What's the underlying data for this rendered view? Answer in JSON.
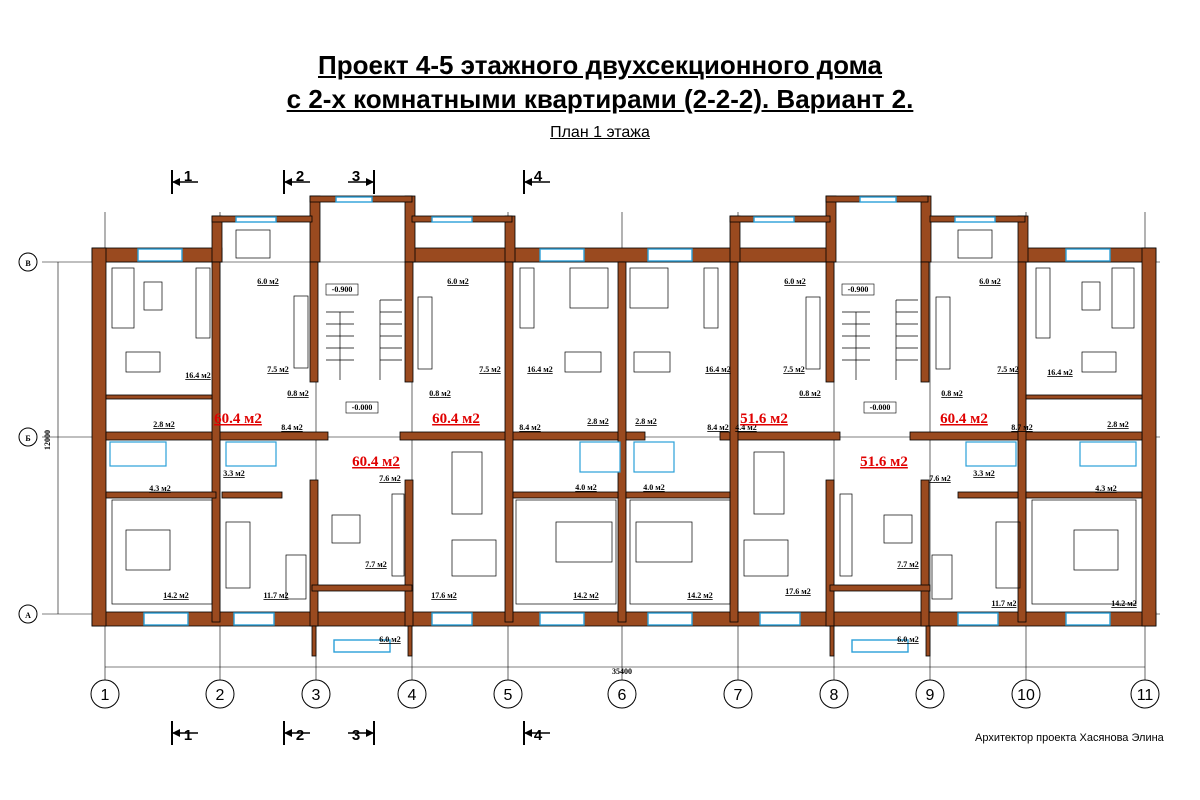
{
  "title_line1": "Проект 4-5 этажного двухсекционного дома",
  "title_line2": "с 2-х комнатными квартирами (2-2-2). Вариант 2.",
  "subtitle": "План 1 этажа",
  "author": "Архитектор проекта Хасянова Элина",
  "columns": [
    "1",
    "2",
    "3",
    "4",
    "5",
    "6",
    "7",
    "8",
    "9",
    "10",
    "11"
  ],
  "rows": [
    "В",
    "Б",
    "А"
  ],
  "sections": [
    "1",
    "2",
    "3",
    "4"
  ],
  "dim_total": "35400",
  "dim_height": "12000",
  "apartments": [
    "60.4 м2",
    "60.4 м2",
    "51.6 м2",
    "60.4 м2",
    "60.4 м2",
    "51.6 м2"
  ],
  "levels": [
    "-0.900",
    "-0.000",
    "-0.900",
    "-0.000"
  ],
  "rooms": [
    "6.0 м2",
    "6.0 м2",
    "6.0 м2",
    "6.0 м2",
    "7.5 м2",
    "7.5 м2",
    "7.5 м2",
    "7.5 м2",
    "0.8 м2",
    "0.8 м2",
    "0.8 м2",
    "0.8 м2",
    "16.4 м2",
    "16.4 м2",
    "16.4 м2",
    "16.4 м2",
    "2.8 м2",
    "2.8 м2",
    "2.8 м2",
    "2.8 м2",
    "8.4 м2",
    "8.4 м2",
    "8.4 м2",
    "4.4 м2",
    "8.7 м2",
    "3.3 м2",
    "3.3 м2",
    "4.3 м2",
    "4.3 м2",
    "4.0 м2",
    "4.0 м2",
    "7.6 м2",
    "7.6 м2",
    "7.7 м2",
    "7.7 м2",
    "14.2 м2",
    "14.2 м2",
    "14.2 м2",
    "14.2 м2",
    "11.7 м2",
    "11.7 м2",
    "17.6 м2",
    "17.6 м2",
    "6.0 м2",
    "6.0 м2"
  ]
}
